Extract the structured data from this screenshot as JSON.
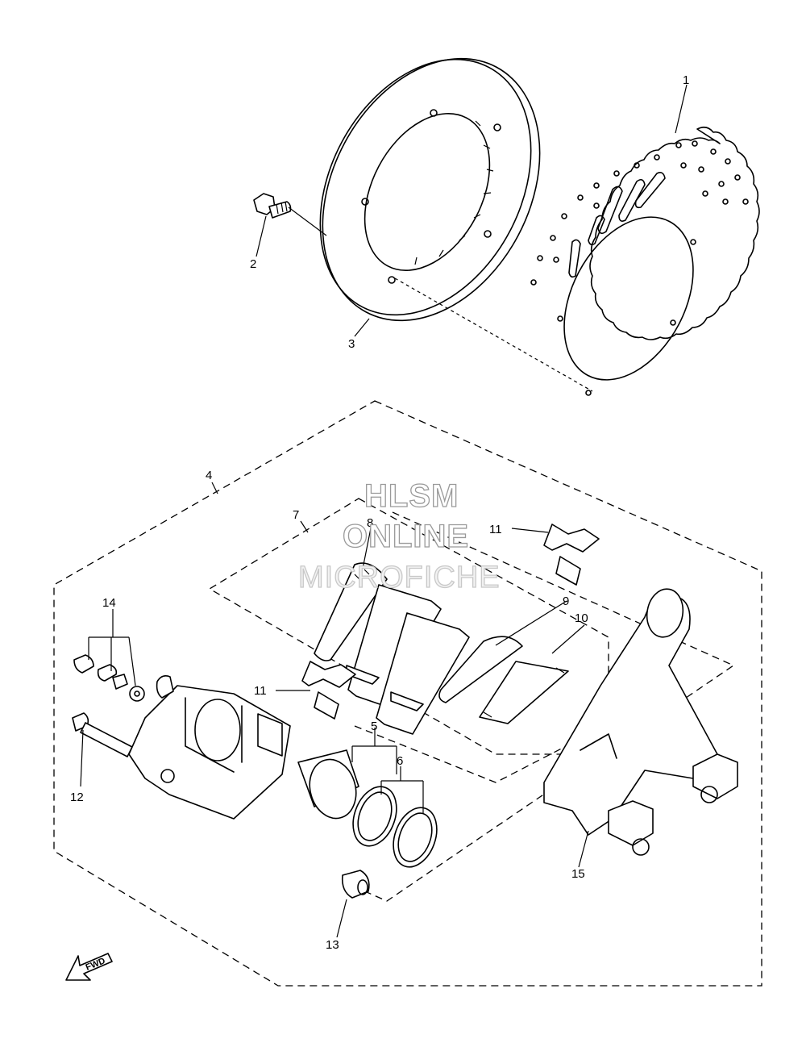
{
  "callouts": [
    {
      "id": "c1",
      "label": "1"
    },
    {
      "id": "c2",
      "label": "2"
    },
    {
      "id": "c3",
      "label": "3"
    },
    {
      "id": "c4",
      "label": "4"
    },
    {
      "id": "c5",
      "label": "5"
    },
    {
      "id": "c6",
      "label": "6"
    },
    {
      "id": "c7",
      "label": "7"
    },
    {
      "id": "c8",
      "label": "8"
    },
    {
      "id": "c9",
      "label": "9"
    },
    {
      "id": "c10",
      "label": "10"
    },
    {
      "id": "c11a",
      "label": "11"
    },
    {
      "id": "c11b",
      "label": "11"
    },
    {
      "id": "c12",
      "label": "12"
    },
    {
      "id": "c13",
      "label": "13"
    },
    {
      "id": "c14",
      "label": "14"
    },
    {
      "id": "c15",
      "label": "15"
    }
  ],
  "watermark": {
    "line1": "HLSM",
    "line2": "ONLINE",
    "line3": "MICROFICHE"
  },
  "direction_arrow": {
    "label": "FWD",
    "icon": "fwd-arrow-icon"
  }
}
